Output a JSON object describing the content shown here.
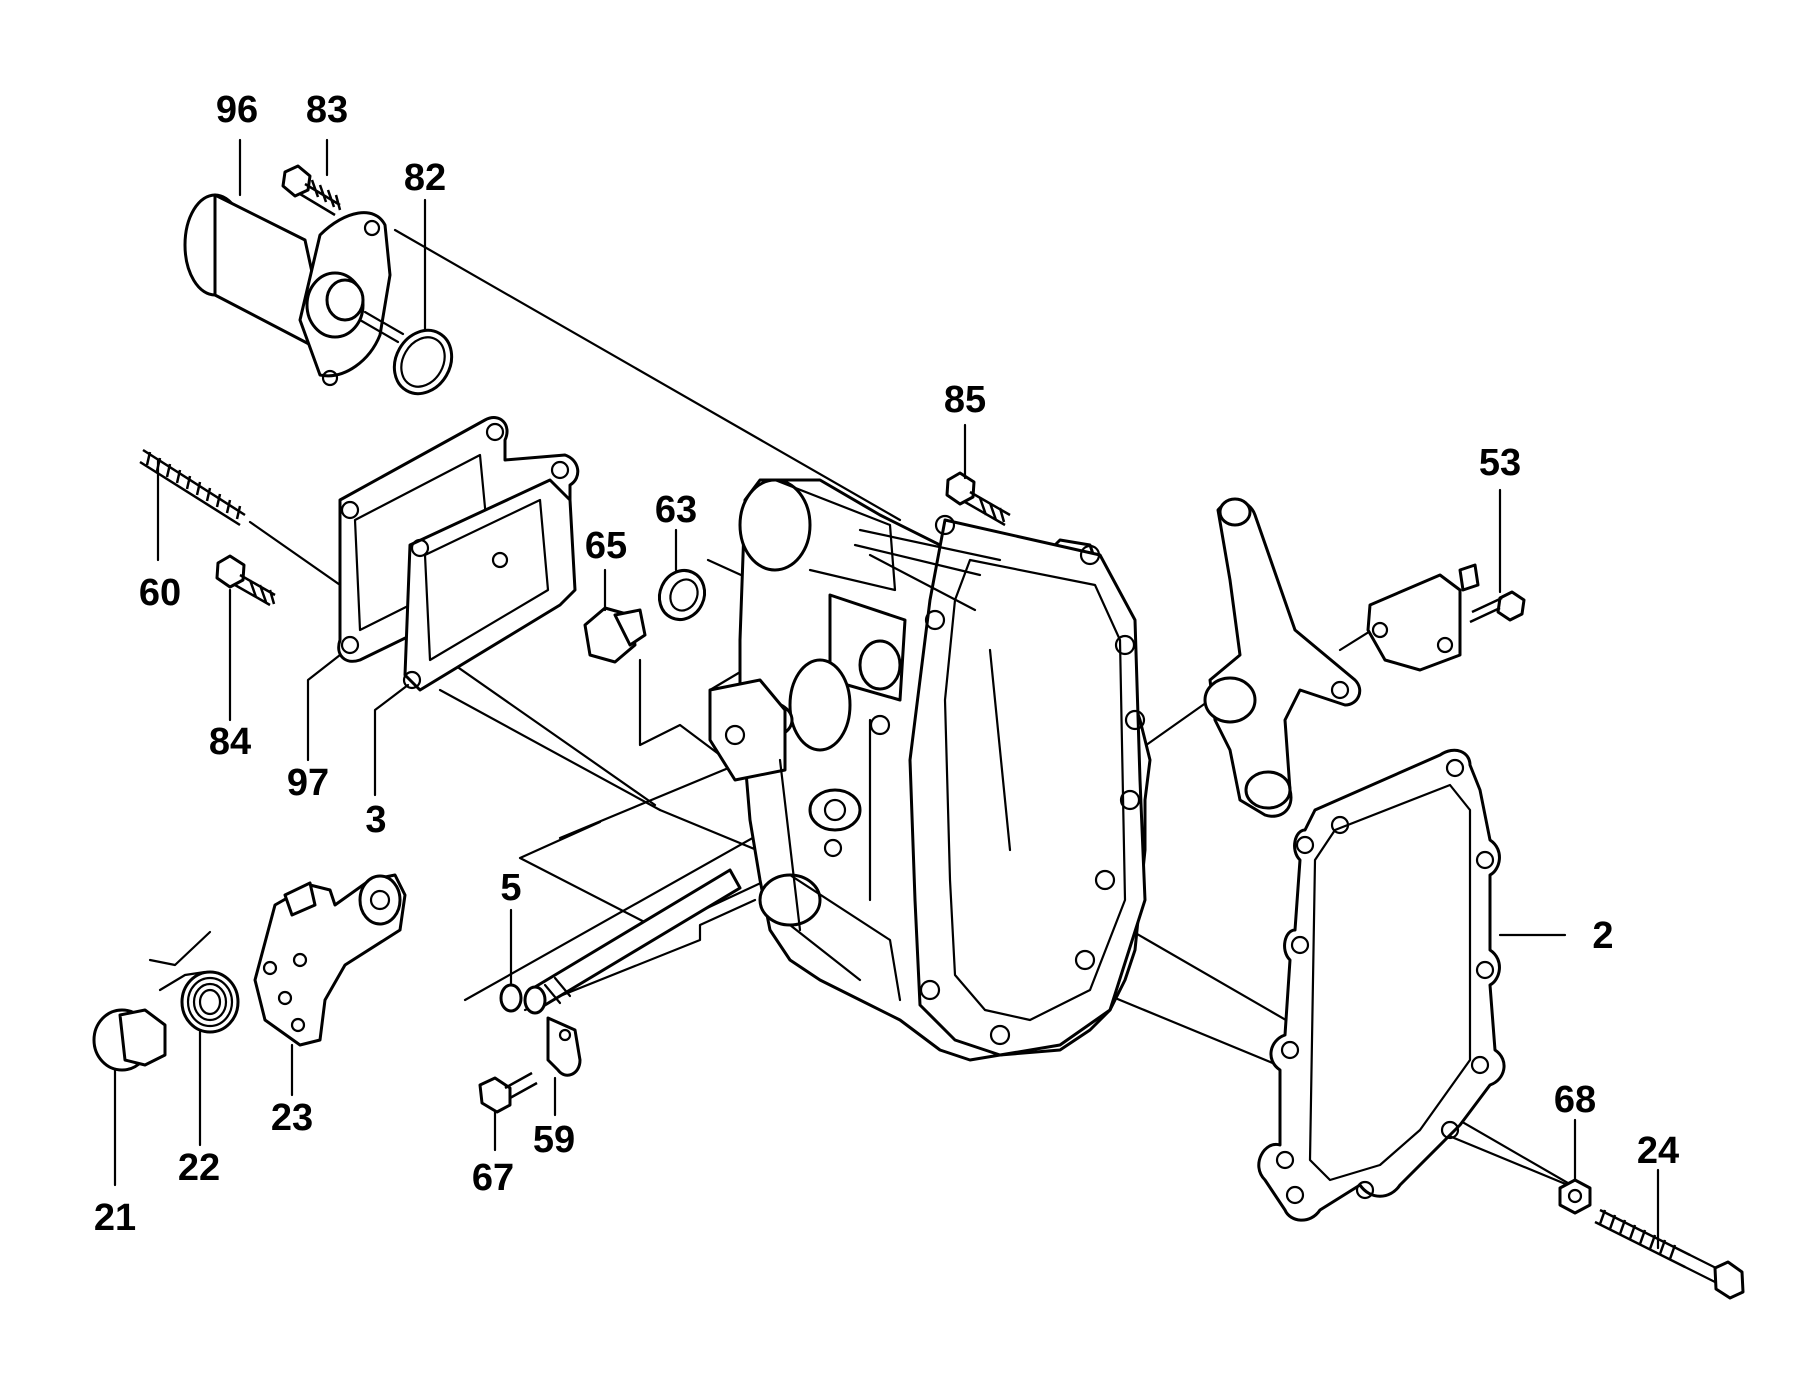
{
  "callouts": {
    "c96": "96",
    "c83": "83",
    "c82": "82",
    "c85": "85",
    "c53": "53",
    "c60": "60",
    "c65": "65",
    "c63": "63",
    "c84": "84",
    "c97": "97",
    "c3": "3",
    "c5": "5",
    "c2": "2",
    "c23": "23",
    "c22": "22",
    "c21": "21",
    "c59": "59",
    "c67": "67",
    "c68": "68",
    "c24": "24"
  }
}
